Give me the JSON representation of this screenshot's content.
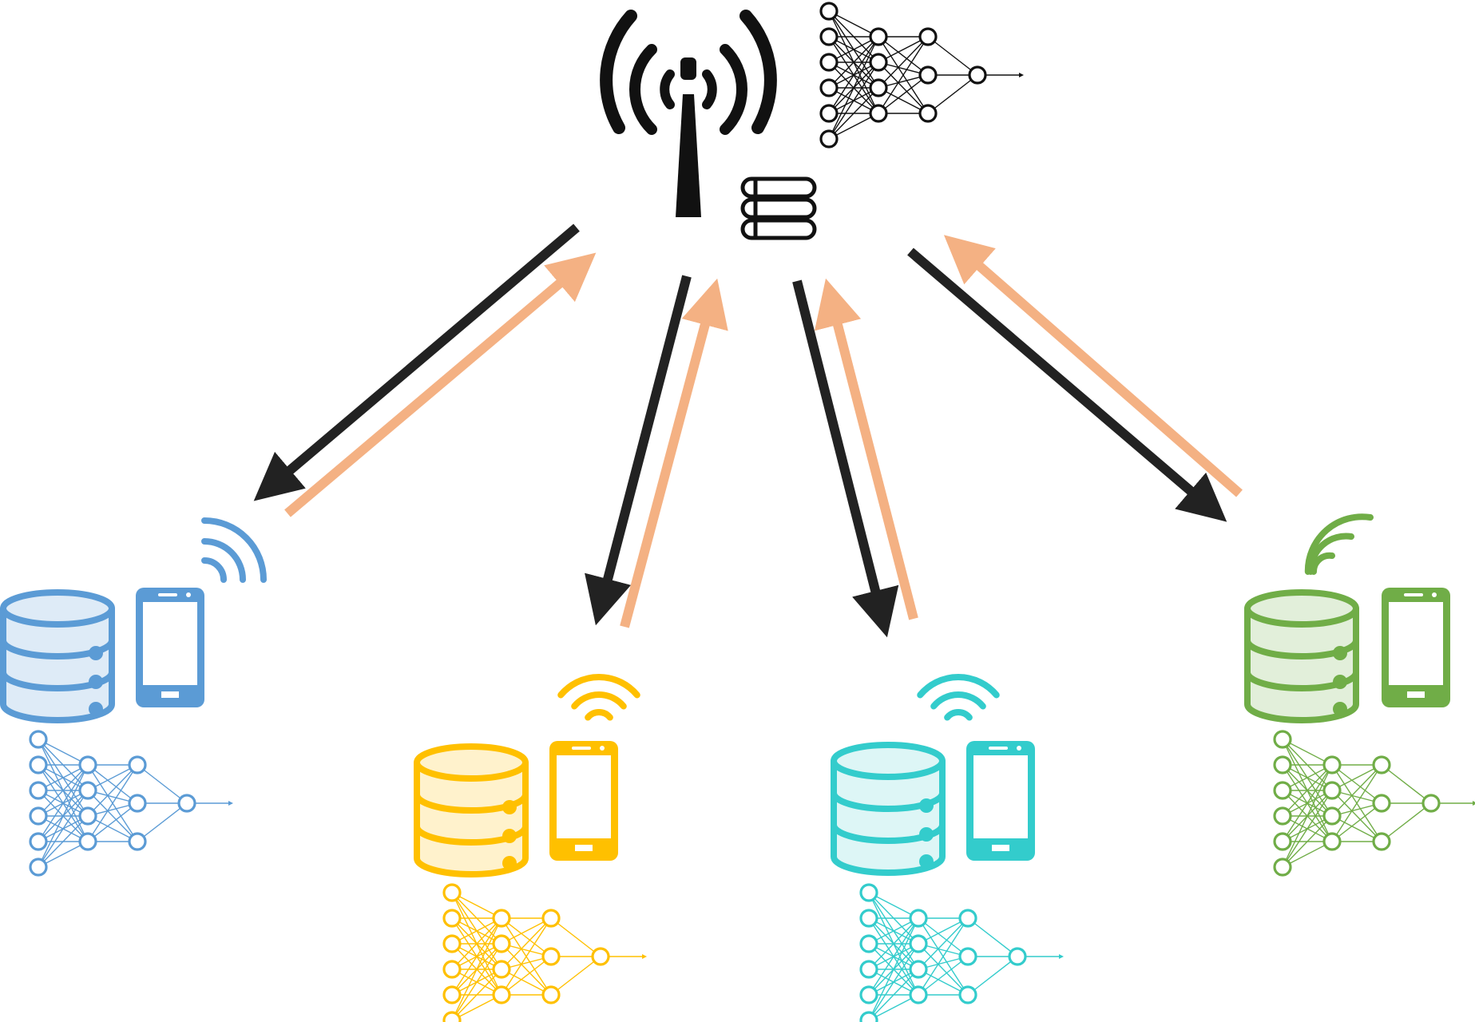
{
  "colors": {
    "server": "#111111",
    "downlink": "#222222",
    "uplink": "#F4B183",
    "client_blue": "#5B9BD5",
    "client_blue_fill": "#DEEBF7",
    "client_yellow": "#FFC000",
    "client_yellow_fill": "#FFF2CC",
    "client_cyan": "#33CCCC",
    "client_cyan_fill": "#DDF6F6",
    "client_green": "#70AD47",
    "client_green_fill": "#E2EFDA"
  },
  "icons": {
    "server": [
      "antenna-tower-icon",
      "server-stack-icon",
      "neural-network-icon"
    ],
    "client": [
      "database-icon",
      "smartphone-icon",
      "wifi-icon",
      "neural-network-icon"
    ]
  },
  "clients": [
    {
      "id": "client-1",
      "color_key": "client_blue"
    },
    {
      "id": "client-2",
      "color_key": "client_yellow"
    },
    {
      "id": "client-3",
      "color_key": "client_cyan"
    },
    {
      "id": "client-4",
      "color_key": "client_green"
    }
  ]
}
